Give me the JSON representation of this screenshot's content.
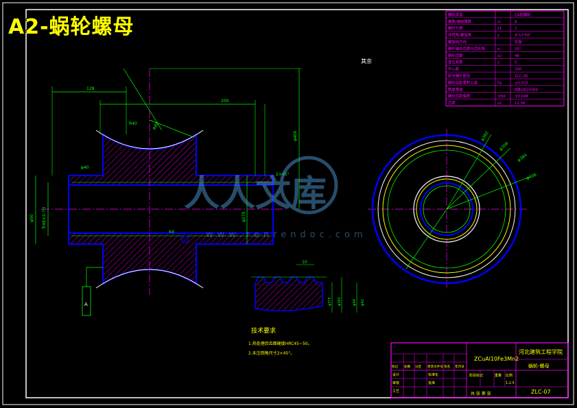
{
  "banner": {
    "title": "A2-蜗轮螺母"
  },
  "colors": {
    "frame": "#ffffff",
    "outline": "#0000ff",
    "dimension": "#00ff00",
    "center": "#ff00ff",
    "hatch": "#ff00ff",
    "table": "#ff00ff",
    "text": "#ffff00",
    "watermark": "#4a8cc4"
  },
  "params_table": {
    "rows": [
      [
        "蜗轮类型",
        "",
        "ZA型蜗轮"
      ],
      [
        "模数/端面模数",
        "m",
        "8"
      ],
      [
        "蜗杆头数",
        "z1",
        "2"
      ],
      [
        "导程角/螺旋角",
        "γ",
        "9°13'59\""
      ],
      [
        "螺旋线方向",
        "",
        "右旋"
      ],
      [
        "蜗杆轴向齿廓与齿形角",
        "α",
        "20°"
      ],
      [
        "蜗轮齿数",
        "z2",
        "48"
      ],
      [
        "变位系数",
        "x",
        "0"
      ],
      [
        "中心距",
        "",
        "200"
      ],
      [
        "配对蜗杆图号",
        "",
        "ZLC-06"
      ],
      [
        "蜗轮齿距累积公差",
        "Fp",
        "±0.025"
      ],
      [
        "精度等级",
        "",
        "8级GB10089"
      ],
      [
        "蜗轮齿距偏差",
        "±fpt",
        "±0.048"
      ],
      [
        "齿厚",
        "s2",
        "12.56"
      ]
    ]
  },
  "notes": {
    "misc": "其余",
    "tech_title": "技术要求",
    "tech_items": [
      "1.热处理后齿面硬度HRC45~50。",
      "2.未注倒角尺寸2×45°。"
    ]
  },
  "dimensions": {
    "d_128": "128",
    "d_200": "200",
    "d_R80": "R80",
    "d_R40": "R40",
    "d_2x45": "2×45°",
    "d_phi40": "φ40",
    "d_Tr": "Tr48×2-7H",
    "d_phi50": "φ50",
    "d_phi270": "φ270",
    "d_phi400": "φ400",
    "d_phi392": "φ392",
    "d_phi308": "φ308",
    "d_phi384": "φ384",
    "d_64": "64",
    "d_10": "10",
    "d_phi375": "φ375",
    "d_phi362": "φ362",
    "d_phi406": "φ406",
    "d_phi44": "φ44",
    "d_phi42": "φ42",
    "label_a": "A"
  },
  "title_block": {
    "material": "ZCuAl10Fe3Mn2",
    "school": "河北建筑工程学院",
    "part_name": "蜗轮-螺母",
    "drawing_no": "ZLC-07",
    "scale": "1:2.5",
    "headers": [
      "标记",
      "处数",
      "分区",
      "更改文件号",
      "签名",
      "年月日"
    ],
    "roles": [
      "设计",
      "审核",
      "工艺",
      "标准化",
      "批准"
    ],
    "stage_labels": [
      "阶段标记",
      "重量",
      "比例"
    ],
    "sheet_label": "共 张 第 张"
  },
  "watermark": {
    "brand": "人人文库",
    "url": "www.renrendoc.com"
  }
}
